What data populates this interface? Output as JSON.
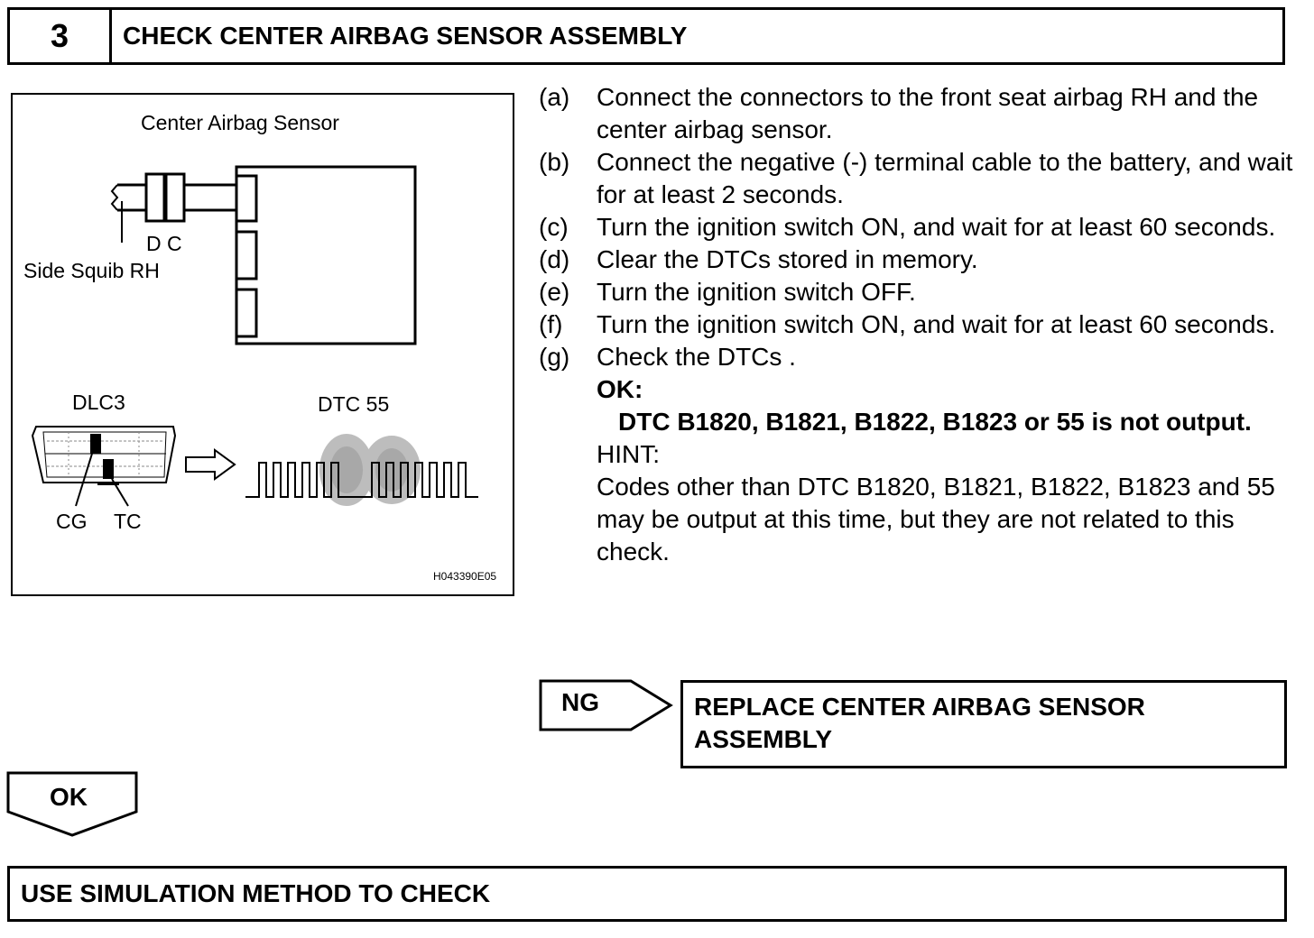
{
  "step": {
    "number": "3",
    "title": "CHECK CENTER AIRBAG SENSOR ASSEMBLY"
  },
  "illustration": {
    "sensor_label": "Center Airbag Sensor",
    "connector_label": "D C",
    "squib_label": "Side Squib RH",
    "dlc_label": "DLC3",
    "dtc_label": "DTC 55",
    "cg_label": "CG",
    "tc_label": "TC",
    "figure_code": "H043390E05"
  },
  "procedure": {
    "steps": [
      {
        "letter": "(a)",
        "text": "Connect the connectors to the front seat airbag RH and the center airbag sensor."
      },
      {
        "letter": "(b)",
        "text": "Connect the negative (-) terminal cable to the battery, and wait for at least 2 seconds."
      },
      {
        "letter": "(c)",
        "text": "Turn the ignition switch ON, and wait for at least 60 seconds."
      },
      {
        "letter": "(d)",
        "text": "Clear the DTCs stored in memory."
      },
      {
        "letter": "(e)",
        "text": "Turn the ignition switch OFF."
      },
      {
        "letter": "(f)",
        "text": "Turn the ignition switch ON, and wait for at least 60 seconds."
      },
      {
        "letter": "(g)",
        "text": "Check the DTCs ."
      }
    ],
    "ok_heading": "OK:",
    "ok_criteria": "DTC B1820, B1821, B1822, B1823 or 55 is not output.",
    "hint_heading": "HINT:",
    "hint_text": "Codes other than DTC B1820, B1821, B1822, B1823 and 55 may be output at this time, but they are not related to this check."
  },
  "ng_branch": {
    "label": "NG",
    "action_line1": "REPLACE CENTER AIRBAG SENSOR",
    "action_line2": "ASSEMBLY"
  },
  "ok_branch": {
    "label": "OK"
  },
  "final_action": "USE SIMULATION METHOD TO CHECK"
}
